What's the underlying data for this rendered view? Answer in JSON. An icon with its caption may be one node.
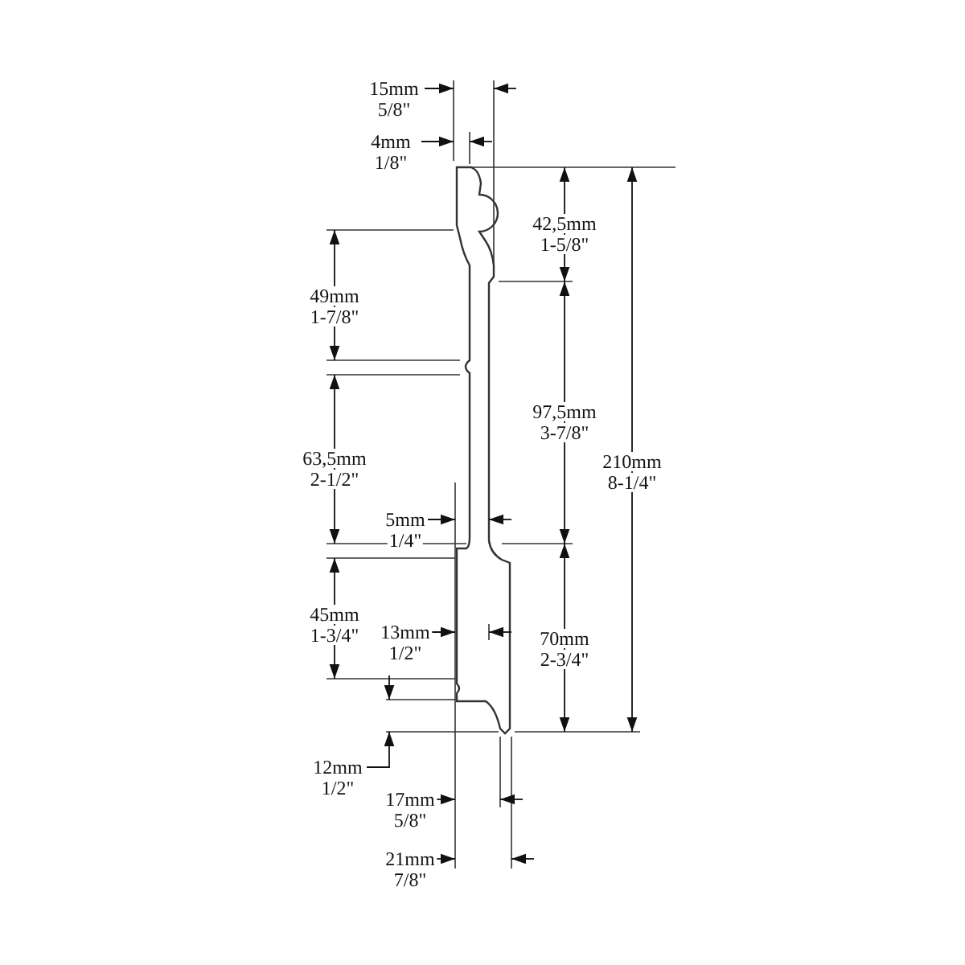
{
  "diagram": {
    "labels": [
      "15mm",
      "5/8\"",
      "4mm",
      "1/8\"",
      "42,5mm",
      "1-5/8\"",
      "49mm",
      "1-7/8\"",
      "97,5mm",
      "3-7/8\"",
      "210mm",
      "8-1/4\"",
      "63,5mm",
      "2-1/2\"",
      "5mm",
      "1/4\"",
      "45mm",
      "1-3/4\"",
      "13mm",
      "1/2\"",
      "70mm",
      "2-3/4\"",
      "12mm",
      "1/2\"",
      "17mm",
      "5/8\"",
      "21mm",
      "7/8\""
    ]
  }
}
